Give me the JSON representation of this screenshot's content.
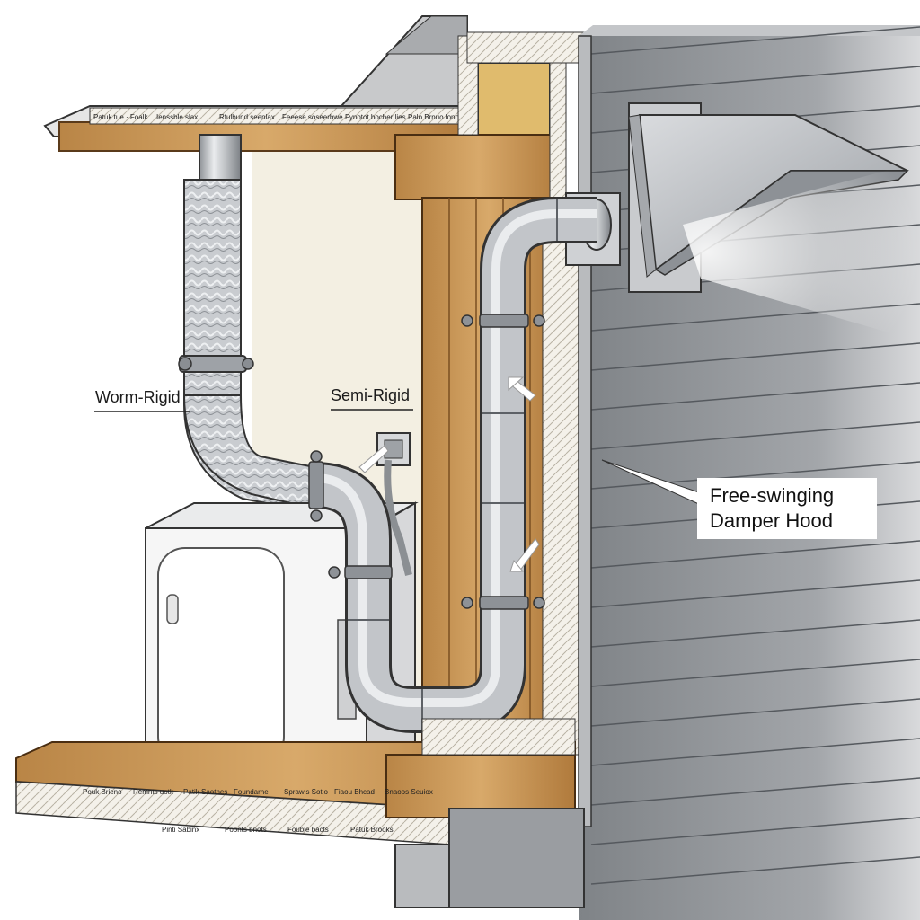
{
  "labels": {
    "flex_duct": "Worm-Rigid",
    "semi_rigid": "Semi-Rigid",
    "damper_hood_line1": "Free-swinging",
    "damper_hood_line2": "Damper Hood"
  },
  "insulation_print": {
    "roof_row": [
      "Patuk tue  ·  Foalk",
      "Ienssble slax",
      "Rfulbund seenlax",
      "Feeese soseerbwe",
      "Fynotot bocher lies",
      "Palo Brnuo lonofoe"
    ],
    "floor_row": [
      "Pouk Brieno",
      "Remnts uotk",
      "Patik Saothes",
      "Foundarne",
      "Sprawis Sotio",
      "Fiaou Bhcad",
      "Bnaoos Seuiox"
    ],
    "floor_row2": [
      "Pinti Sabinx",
      "Poonts bnots",
      "Fouble bacts",
      "Patuk Brooks"
    ]
  },
  "colors": {
    "siding": "#8c8f93",
    "wood": "#c99558",
    "duct_metal": "#b9bcc0",
    "wall": "#f3efe2",
    "insulation": "#c6a85c"
  },
  "icons": [
    "dryer-icon",
    "damper-hood-icon",
    "hose-clamp-icon",
    "arrow-icon",
    "vent-outlet-icon"
  ]
}
